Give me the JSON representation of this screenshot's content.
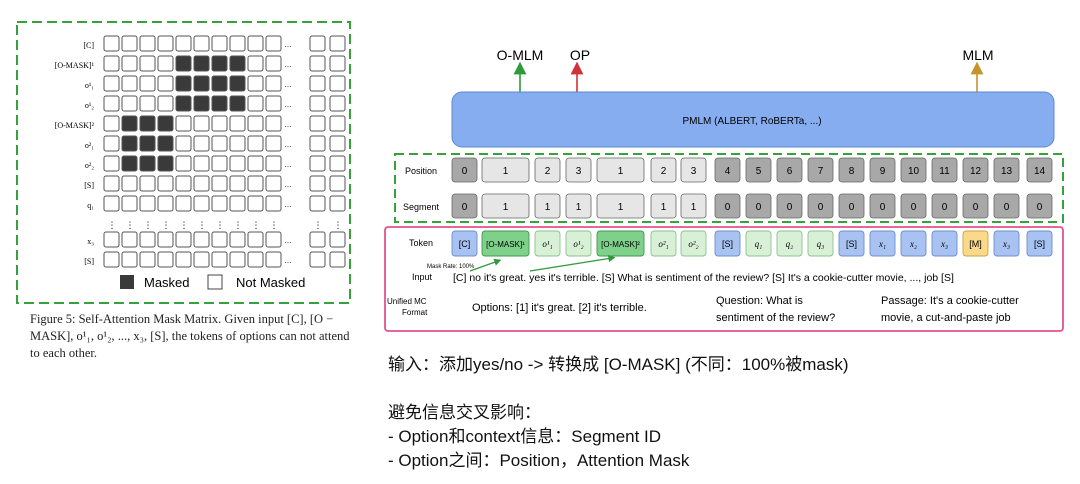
{
  "left_figure": {
    "row_labels": [
      "[C]",
      "[O-MASK]¹",
      "o¹₁",
      "o¹₂",
      "[O-MASK]²",
      "o²₁",
      "o²₂",
      "[S]",
      "q₁",
      "⋮",
      "x₃",
      "[S]"
    ],
    "ellipsis": "...",
    "legend": {
      "masked": "Masked",
      "not_masked": "Not Masked"
    },
    "caption": "Figure 5: Self-Attention Mask Matrix. Given input [C], [O − MASK], o¹₁, o¹₂, ..., x₃, [S], the tokens of options can not attend to each other."
  },
  "model": {
    "label": "PMLM (ALBERT, RoBERTa, ...)",
    "heads": [
      "O-MLM",
      "OP",
      "MLM"
    ]
  },
  "rows": {
    "position_label": "Position",
    "segment_label": "Segment",
    "token_label": "Token",
    "input_label": "Input",
    "mask_rate": "Mask Rate: 100%",
    "unified_label": "Unified MC Format"
  },
  "cells": [
    {
      "token": "[C]",
      "pos": "0",
      "seg": "0",
      "kind": "blue"
    },
    {
      "token": "[O-MASK]¹",
      "pos": "1",
      "seg": "1",
      "kind": "green"
    },
    {
      "token": "o¹₁",
      "pos": "2",
      "seg": "1",
      "kind": "lightgreen"
    },
    {
      "token": "o¹₂",
      "pos": "3",
      "seg": "1",
      "kind": "lightgreen"
    },
    {
      "token": "[O-MASK]²",
      "pos": "1",
      "seg": "1",
      "kind": "green"
    },
    {
      "token": "o²₁",
      "pos": "2",
      "seg": "1",
      "kind": "lightgreen"
    },
    {
      "token": "o²₂",
      "pos": "3",
      "seg": "1",
      "kind": "lightgreen"
    },
    {
      "token": "[S]",
      "pos": "4",
      "seg": "0",
      "kind": "blue"
    },
    {
      "token": "q₁",
      "pos": "5",
      "seg": "0",
      "kind": "lightgreen"
    },
    {
      "token": "q₂",
      "pos": "6",
      "seg": "0",
      "kind": "lightgreen"
    },
    {
      "token": "q₃",
      "pos": "7",
      "seg": "0",
      "kind": "lightgreen"
    },
    {
      "token": "[S]",
      "pos": "8",
      "seg": "0",
      "kind": "blue"
    },
    {
      "token": "x₁",
      "pos": "9",
      "seg": "0",
      "kind": "blue"
    },
    {
      "token": "x₂",
      "pos": "10",
      "seg": "0",
      "kind": "blue"
    },
    {
      "token": "x₃",
      "pos": "11",
      "seg": "0",
      "kind": "blue"
    },
    {
      "token": "[M]",
      "pos": "12",
      "seg": "0",
      "kind": "yellow"
    },
    {
      "token": "x₃",
      "pos": "13",
      "seg": "0",
      "kind": "blue"
    },
    {
      "token": "[S]",
      "pos": "14",
      "seg": "0",
      "kind": "blue"
    }
  ],
  "input_text": "[C] no it's great. yes it's terrible. [S] What is sentiment of the review? [S] It's a cookie-cutter movie, ..., job [S]",
  "unified": {
    "options": "Options: [1] it's great. [2] it's terrible.",
    "question": [
      "Question: What is",
      "sentiment of the review?"
    ],
    "passage": [
      "Passage: It's a cookie-cutter",
      "movie, a cut-and-paste job"
    ]
  },
  "notes": {
    "line1": "输入：添加yes/no -> 转换成 [O-MASK] (不同：100%被mask)",
    "line2": "避免信息交叉影响：",
    "bullet1": "-   Option和context信息：Segment ID",
    "bullet2": "-   Option之间：Position，Attention Mask"
  },
  "colors": {
    "frame_green": "#35a33a",
    "frame_pink": "#e4528f",
    "model_blue": "#86adf0",
    "blue_cell": "#a8c2f2",
    "green_cell": "#7ed08a",
    "lightgreen_cell": "#d8f0d6",
    "yellow_cell": "#fbd98a",
    "dark_cell": "#a8a8a8",
    "light_cell": "#e6e6e6",
    "masked": "#3a3a3a",
    "arrow_green": "#2e9a3a",
    "arrow_red": "#d3313a",
    "arrow_gold": "#c7942a"
  }
}
